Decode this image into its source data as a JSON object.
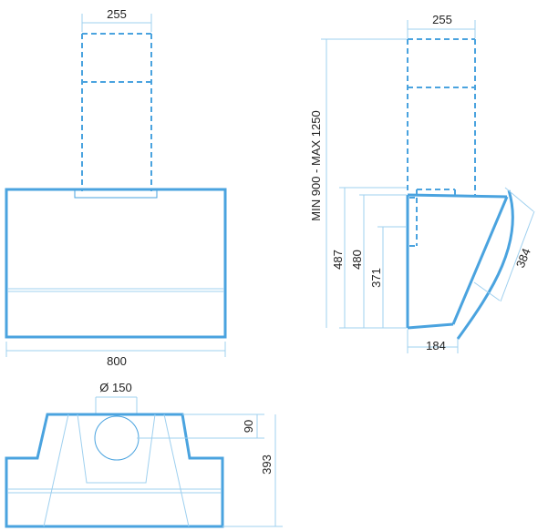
{
  "front_view": {
    "chimney_width": "255",
    "body_width": "800"
  },
  "side_view": {
    "chimney_width": "255",
    "height_range": "MIN 900 - MAX 1250",
    "height_487": "487",
    "height_480": "480",
    "height_371": "371",
    "panel_length": "384",
    "depth": "184"
  },
  "top_view": {
    "outlet_diameter": "Ø 150",
    "offset": "90",
    "depth": "393"
  }
}
